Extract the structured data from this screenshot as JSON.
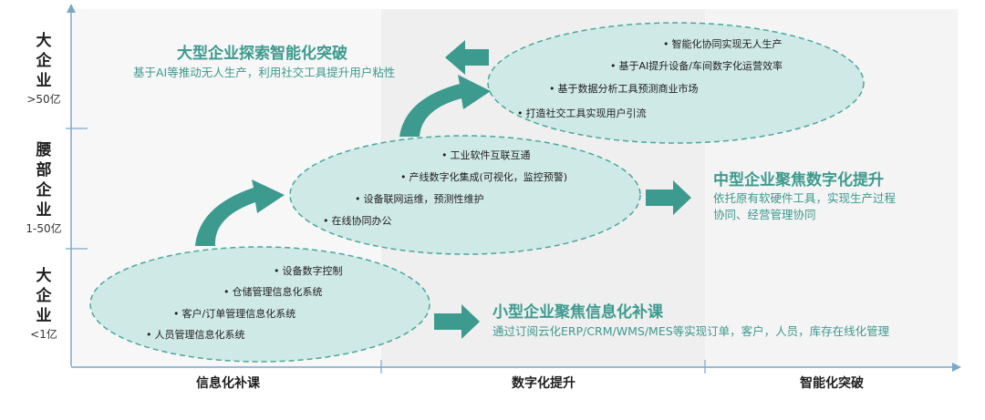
{
  "y_tiers": [
    {
      "lines": [
        "大",
        "企",
        "业"
      ],
      "sub": ">50亿"
    },
    {
      "lines": [
        "腰",
        "部",
        "企",
        "业"
      ],
      "sub": "1-50亿"
    },
    {
      "lines": [
        "大",
        "企",
        "业"
      ],
      "sub": "<1亿"
    }
  ],
  "x_categories": [
    "信息化补课",
    "数字化提升",
    "智能化突破"
  ],
  "stages": [
    {
      "items": [
        "设备数字控制",
        "仓储管理信息化系统",
        "客户/订单管理信息化系统",
        "人员管理信息化系统"
      ]
    },
    {
      "items": [
        "工业软件互联互通",
        "产线数字化集成(可视化，监控预警)",
        "设备联网运维，预测性维护",
        "在线协同办公"
      ]
    },
    {
      "items": [
        "智能化协同实现无人生产",
        "基于AI提升设备/车间数字化运营效率",
        "基于数据分析工具预测商业市场",
        "打造社交工具实现用户引流"
      ]
    }
  ],
  "callouts": {
    "small": {
      "title": "小型企业聚焦信息化补课",
      "desc": [
        "通过订阅云化ERP/CRM/WMS/MES等实现订单，客户，人员，库存在线化管理"
      ]
    },
    "mid": {
      "title": "中型企业聚焦数字化提升",
      "desc": [
        "依托原有软硬件工具，实现生产过程",
        "协同、经营管理协同"
      ]
    },
    "large": {
      "title": "大型企业探索智能化突破",
      "desc": [
        "基于AI等推动无人生产，利用社交工具提升用户粘性"
      ]
    }
  },
  "colors": {
    "accent": "#3d9a8e",
    "ellipse_fill": "#cfe9e6",
    "ellipse_stroke": "#4aa89c",
    "band_light": "#f7f7f7",
    "band_dark": "#efefef",
    "axis": "#7aa7c7"
  }
}
